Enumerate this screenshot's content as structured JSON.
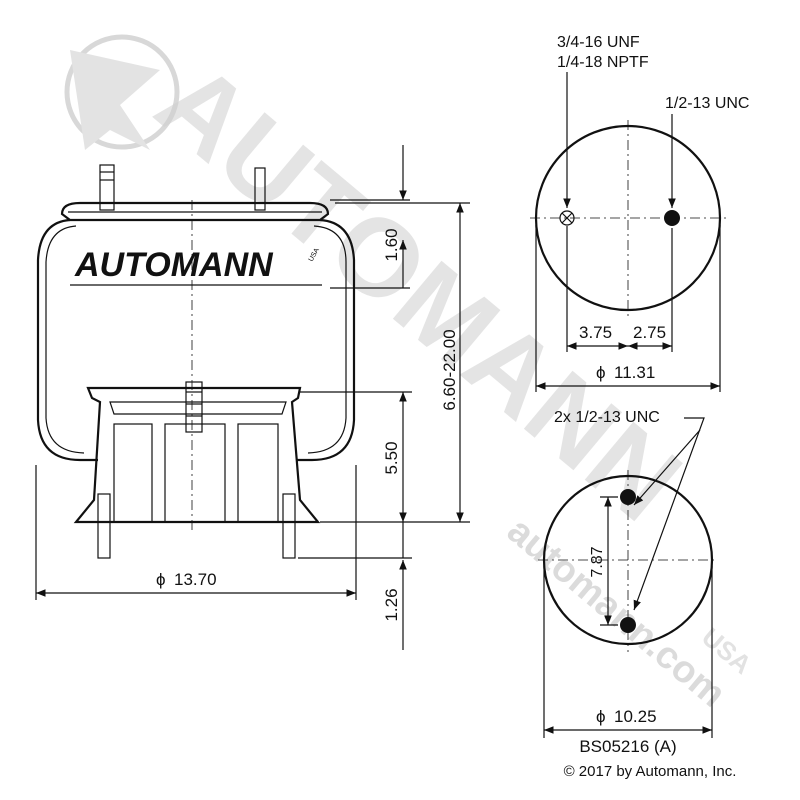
{
  "watermark": {
    "brand_text": "AUTOMANN",
    "url_text": "automann.com",
    "mark_text": "USA"
  },
  "side_view": {
    "logo_text": "AUTOMANN",
    "logo_mark": "USA",
    "dims": {
      "top_height": "1.60",
      "overall_height": "6.60-22.00",
      "piston_height": "5.50",
      "bottom_stud": "1.26",
      "diameter": "13.70"
    }
  },
  "top_view": {
    "callout_port": "3/4-16 UNF",
    "callout_port_2": "1/4-18 NPTF",
    "callout_stud": "1/2-13 UNC",
    "dim_left": "3.75",
    "dim_right": "2.75",
    "diameter": "11.31"
  },
  "bottom_view": {
    "callout_studs": "2x 1/2-13 UNC",
    "stud_spacing": "7.87",
    "diameter": "10.25"
  },
  "part_number": "BS05216 (A)",
  "copyright": "© 2017 by Automann, Inc.",
  "diameter_symbol": "ϕ"
}
